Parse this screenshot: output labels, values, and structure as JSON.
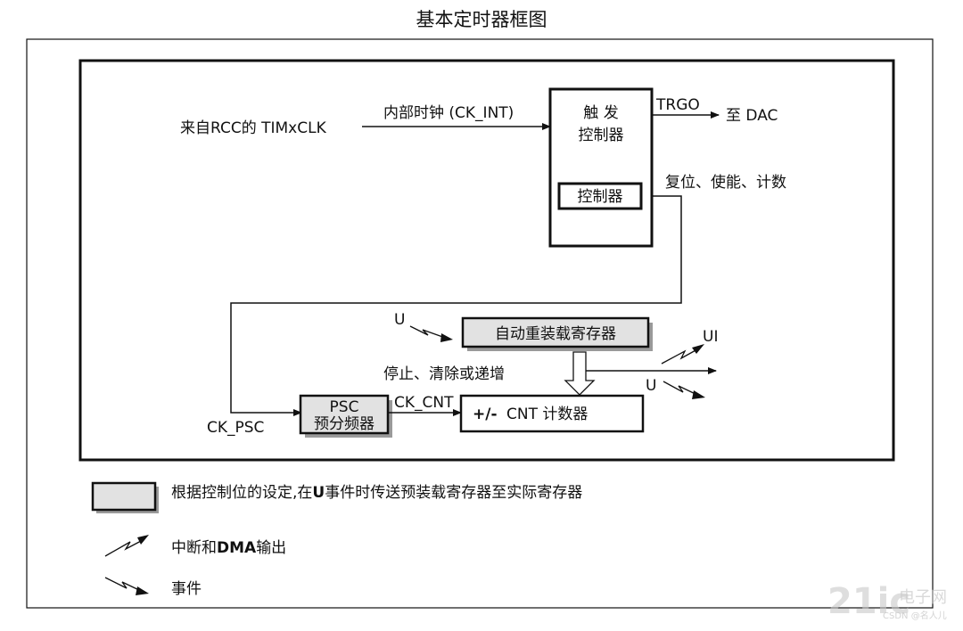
{
  "title": "基本定时器框图",
  "labels": {
    "source": "来自RCC的 TIMxCLK",
    "ck_int": "内部时钟 (CK_INT)",
    "trigger_l1": "触 发",
    "trigger_l2": "控制器",
    "controller": "控制器",
    "trgo": "TRGO",
    "to_dac": "至 DAC",
    "reset_enable_count": "复位、使能、计数",
    "u_in": "U",
    "arr": "自动重装载寄存器",
    "ui": "UI",
    "stop_clear": "停止、清除或递增",
    "u_out": "U",
    "ck_cnt": "CK_CNT",
    "psc_l1": "PSC",
    "psc_l2": "预分频器",
    "ck_psc": "CK_PSC",
    "cnt_sign": "+/-",
    "cnt_text": "CNT 计数器"
  },
  "legend": {
    "preload": "根据控制位的设定,在U事件时传送预装载寄存器至实际寄存器",
    "preload_prefix": "根据控制位的设定,在",
    "preload_u": "U",
    "preload_suffix": "事件时传送预装载寄存器至实际寄存器",
    "interrupt": "中断和DMA输出",
    "interrupt_prefix": "中断和",
    "interrupt_dma": "DMA",
    "interrupt_suffix": "输出",
    "event": "事件"
  },
  "watermark": {
    "logo": "21ic",
    "site": "电子网",
    "credit": "CSDN @名人儿"
  }
}
